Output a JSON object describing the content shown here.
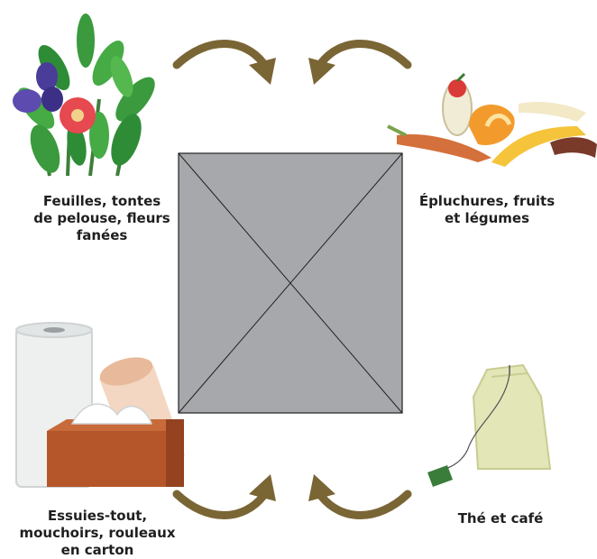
{
  "diagram": {
    "center_placeholder": "",
    "items": [
      {
        "id": "garden",
        "label": "Feuilles, tontes\nde pelouse, fleurs\nfanées"
      },
      {
        "id": "peels",
        "label": "Épluchures, fruits\net légumes"
      },
      {
        "id": "paper",
        "label": "Essuies-tout,\nmouchoirs, rouleaux\nen carton"
      },
      {
        "id": "tea",
        "label": "Thé et café"
      }
    ],
    "colors": {
      "arrow": "#7a6535",
      "placeholder_fill": "#a7a8ab",
      "placeholder_stroke": "#222222"
    }
  }
}
